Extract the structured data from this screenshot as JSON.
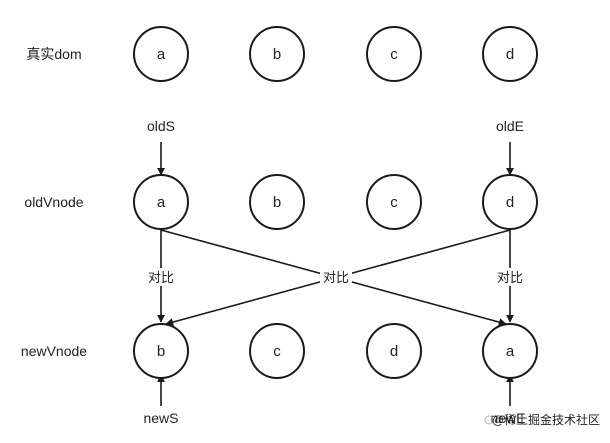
{
  "diagram": {
    "rows": [
      {
        "id": "real",
        "label": "真实dom",
        "nodes": [
          "a",
          "b",
          "c",
          "d"
        ]
      },
      {
        "id": "old",
        "label": "oldVnode",
        "nodes": [
          "a",
          "b",
          "c",
          "d"
        ]
      },
      {
        "id": "new",
        "label": "newVnode",
        "nodes": [
          "b",
          "c",
          "d",
          "a"
        ]
      }
    ],
    "pointers": [
      {
        "label": "oldS",
        "row": "old",
        "column": 0,
        "side": "above"
      },
      {
        "label": "oldE",
        "row": "old",
        "column": 3,
        "side": "above"
      },
      {
        "label": "newS",
        "row": "new",
        "column": 0,
        "side": "below"
      },
      {
        "label": "newE",
        "row": "new",
        "column": 3,
        "side": "below"
      }
    ],
    "comparisons": [
      {
        "from": {
          "row": "old",
          "column": 0
        },
        "to": {
          "row": "new",
          "column": 0
        },
        "label": "对比"
      },
      {
        "from": {
          "row": "old",
          "column": 0
        },
        "to": {
          "row": "new",
          "column": 3
        },
        "label": "对比"
      },
      {
        "from": {
          "row": "old",
          "column": 3
        },
        "to": {
          "row": "new",
          "column": 0
        },
        "label": ""
      },
      {
        "from": {
          "row": "old",
          "column": 3
        },
        "to": {
          "row": "new",
          "column": 3
        },
        "label": "对比"
      }
    ]
  },
  "watermark": {
    "text": "@稀土掘金技术社区"
  }
}
